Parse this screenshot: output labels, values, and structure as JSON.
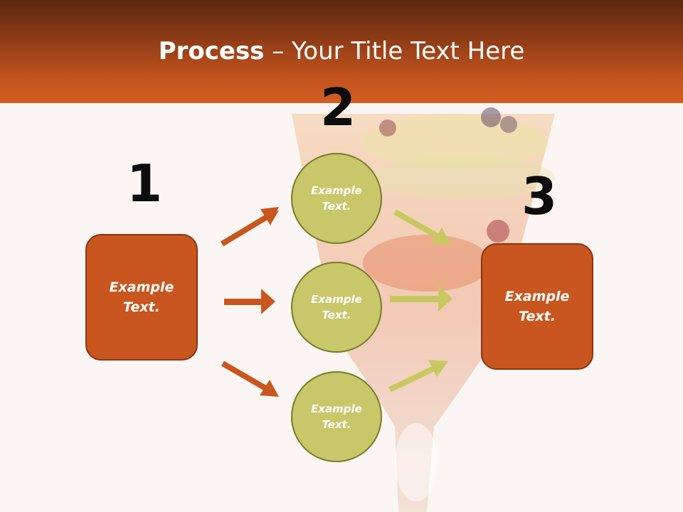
{
  "title": {
    "bold": "Process",
    "rest": " – Your Title Text Here"
  },
  "steps": {
    "n1": "1",
    "n2": "2",
    "n3": "3"
  },
  "left_box": {
    "line1": "Example",
    "line2": "Text."
  },
  "circles": [
    {
      "line1": "Example",
      "line2": "Text."
    },
    {
      "line1": "Example",
      "line2": "Text."
    },
    {
      "line1": "Example",
      "line2": "Text."
    }
  ],
  "right_box": {
    "line1": "Example",
    "line2": "Text."
  },
  "colors": {
    "header": "#c2521d",
    "box": "#c9561f",
    "circle": "#c8c86a",
    "arrow_orange": "#c9561f",
    "arrow_green": "#c8c860"
  }
}
